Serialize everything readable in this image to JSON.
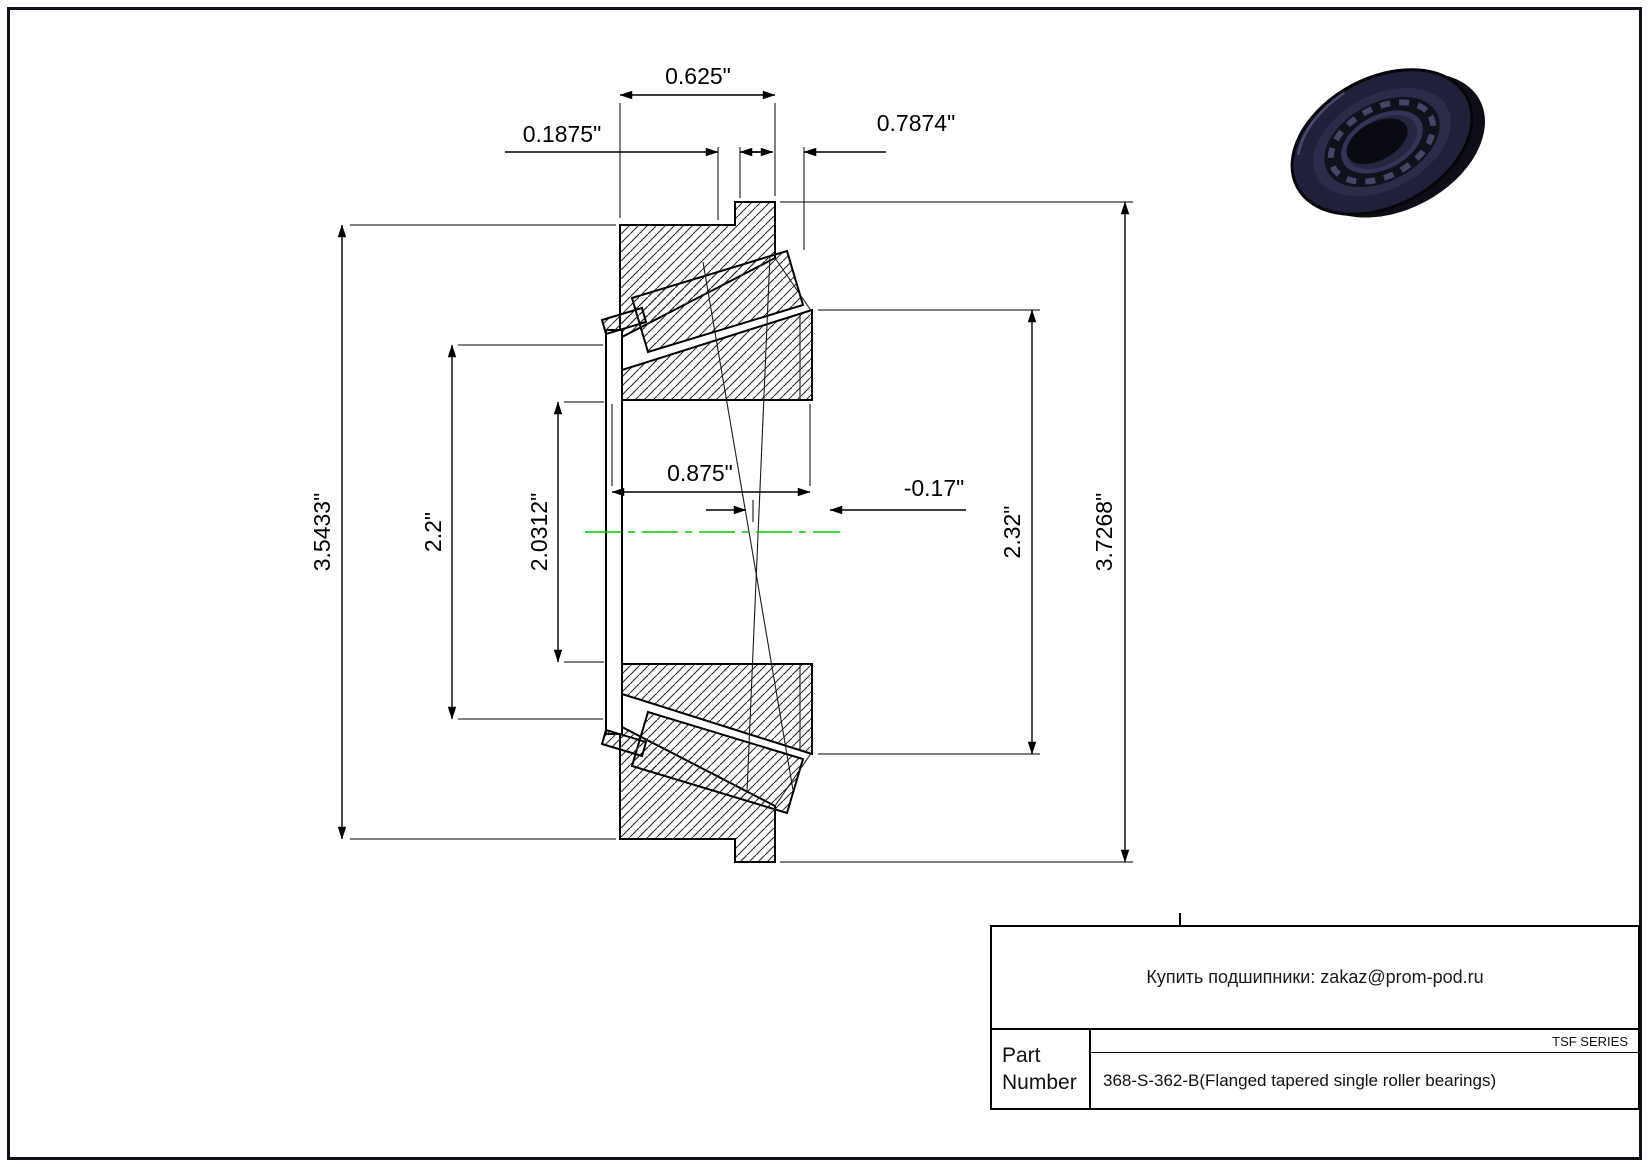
{
  "sheet": {
    "background": "#ffffff",
    "border_color": "#10101c"
  },
  "drawing": {
    "name": "Flanged tapered single roller bearing cross-section",
    "line_color": "#000000",
    "centerline_color": "#00c800",
    "dimensions": {
      "cup_width": "0.625\"",
      "flange_lip": "0.1875\"",
      "cone_width": "0.7874\"",
      "cup_od": "3.5433\"",
      "cage_od": "2.2\"",
      "bore_dia": "2.0312\"",
      "bore_width": "0.875\"",
      "center_offset": "-0.17\"",
      "cone_back_od": "2.32\"",
      "flange_od": "3.7268\""
    }
  },
  "illustration": {
    "name": "tapered roller bearing 3d render",
    "body_color": "#20203a",
    "ring_color": "#2c2c4a",
    "bore_color": "#0a0a12"
  },
  "title_block": {
    "contact": "Купить подшипники: zakaz@prom-pod.ru",
    "series": "TSF SERIES",
    "part_label_lines": [
      "Part",
      "Number"
    ],
    "part_number": "368-S-362-B(Flanged tapered single roller bearings)"
  }
}
